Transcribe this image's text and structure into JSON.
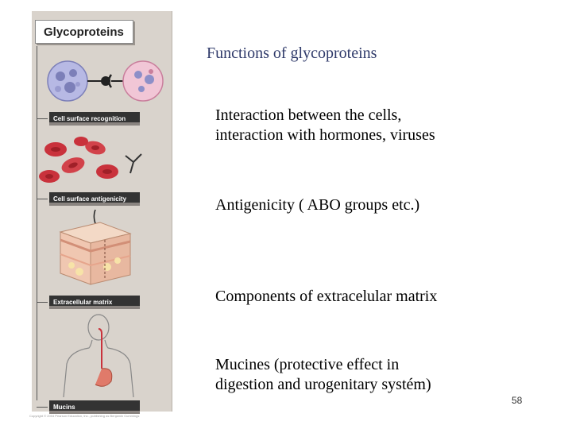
{
  "slide": {
    "heading": "Functions of glycoproteins",
    "items": [
      {
        "line1": "Interaction between the cells,",
        "line2": "interaction with hormones, viruses"
      },
      {
        "line1": "Antigenicity ( ABO groups etc.)",
        "line2": ""
      },
      {
        "line1": "Components of extracelular matrix",
        "line2": ""
      },
      {
        "line1": "Mucines (protective effect in",
        "line2": "digestion and urogenitary systém)"
      }
    ],
    "page_number": "58"
  },
  "figure": {
    "title": "Glycoproteins",
    "labels": [
      "Cell surface recognition",
      "Cell surface antigenicity",
      "Extracellular matrix",
      "Mucins"
    ],
    "copyright": "Copyright © 2004 Pearson Education, Inc., publishing as Benjamin Cummings"
  },
  "colors": {
    "panel_bg": "#d9d3cc",
    "label_bg": "#333333",
    "heading_color": "#2f3a6a",
    "red_cell": "#c9323c",
    "blue_cell": "#8d8fc8",
    "pink_cell": "#e3a6c2"
  }
}
